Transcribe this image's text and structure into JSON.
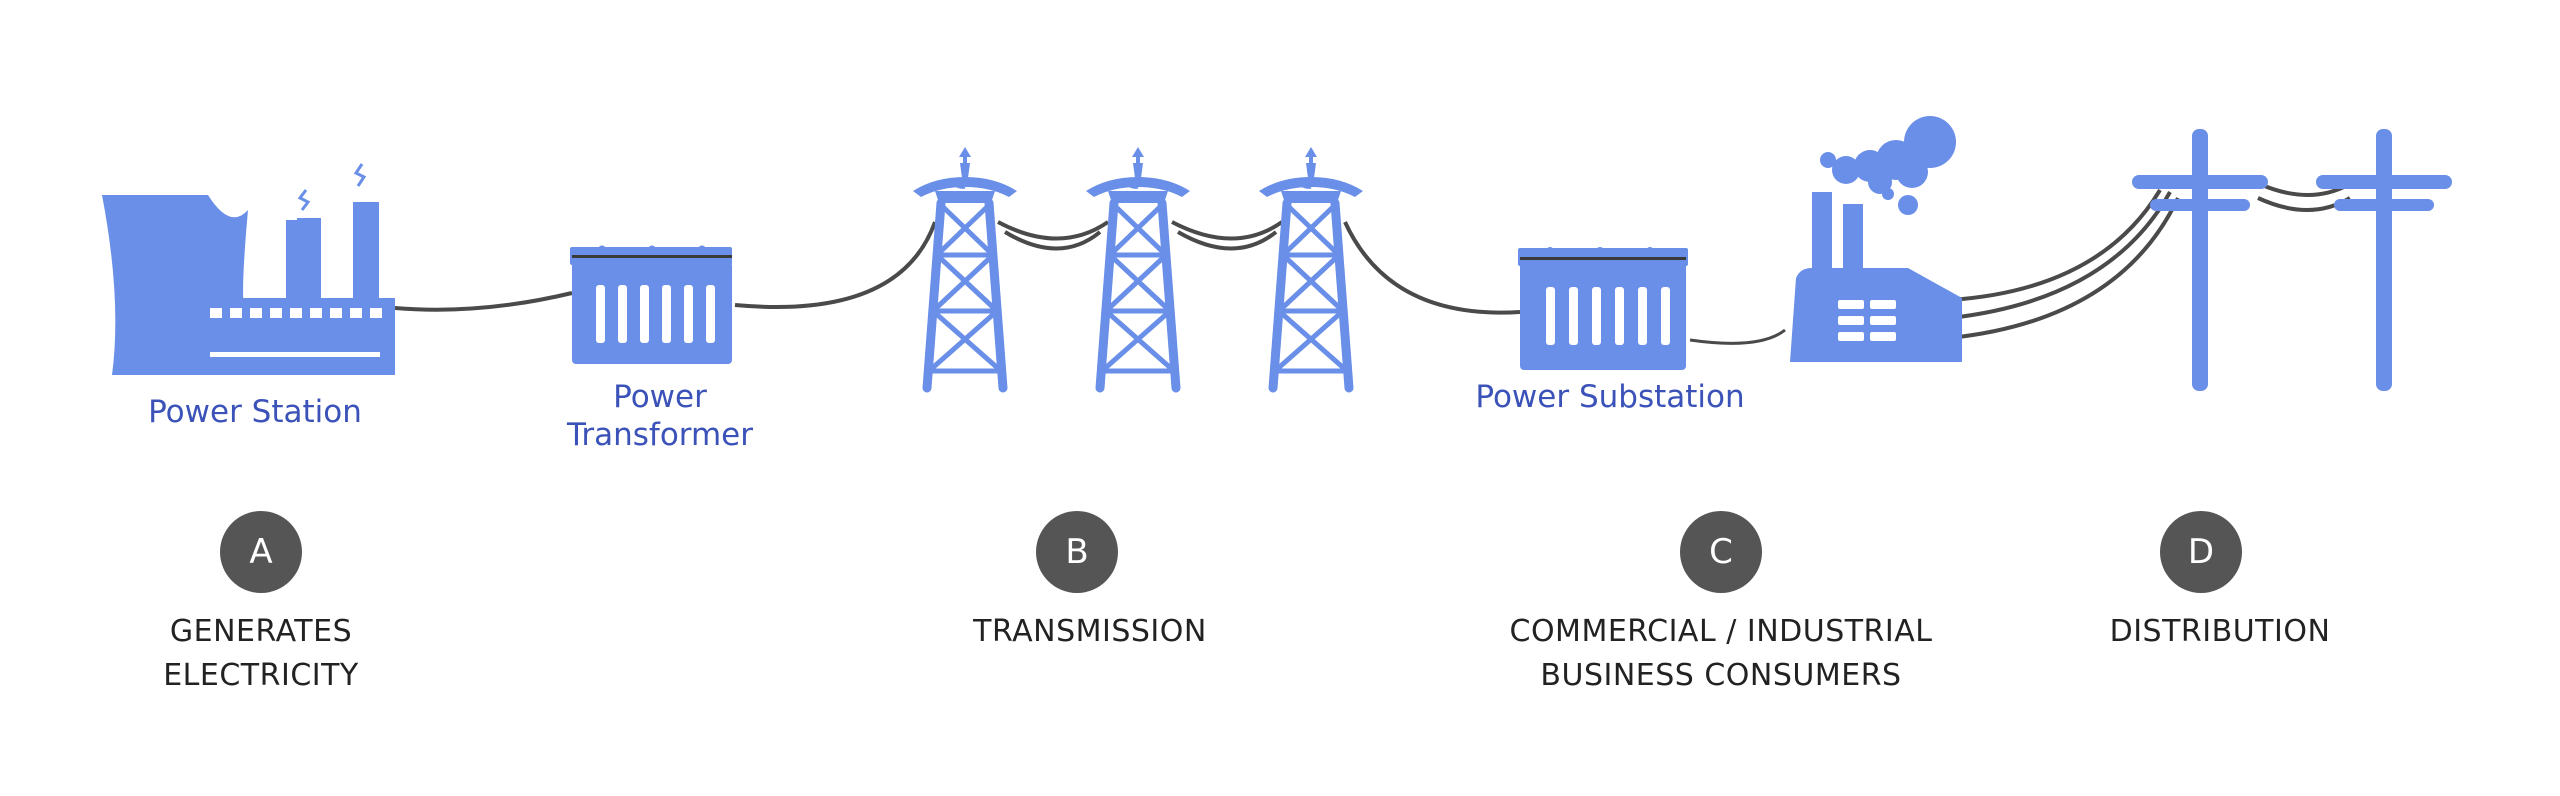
{
  "colors": {
    "icon": "#6a8fe8",
    "label": "#3b52b8",
    "wire": "#4a4a4a",
    "marker": "#555555",
    "text": "#222222"
  },
  "components": {
    "power_station": {
      "label": "Power Station",
      "icon": "power-plant-icon"
    },
    "power_transformer": {
      "line1": "Power",
      "line2": "Transformer",
      "icon": "transformer-icon"
    },
    "transmission_towers": {
      "icon": "transmission-tower-icon",
      "count": 3
    },
    "power_substation": {
      "label": "Power Substation",
      "icon": "substation-icon"
    },
    "factory": {
      "icon": "factory-icon"
    },
    "utility_poles": {
      "icon": "utility-pole-icon",
      "count": 2
    }
  },
  "stages": [
    {
      "marker": "A",
      "line1": "GENERATES",
      "line2": "ELECTRICITY"
    },
    {
      "marker": "B",
      "line1": "TRANSMISSION",
      "line2": ""
    },
    {
      "marker": "C",
      "line1": "COMMERCIAL / INDUSTRIAL",
      "line2": "BUSINESS CONSUMERS"
    },
    {
      "marker": "D",
      "line1": "DISTRIBUTION",
      "line2": ""
    }
  ]
}
